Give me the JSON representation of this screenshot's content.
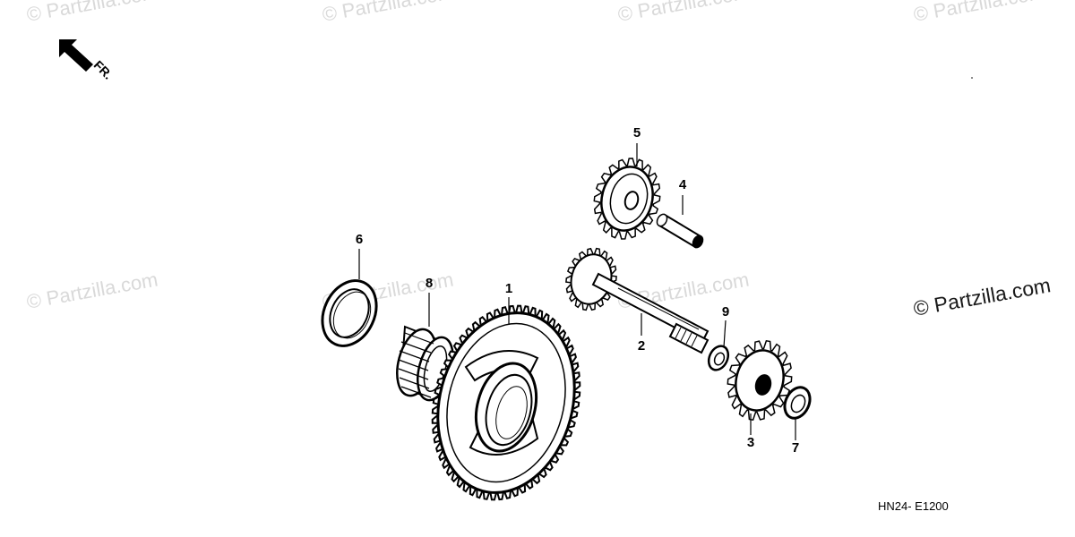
{
  "watermark": {
    "text": "© Partzilla.com",
    "main_text": "© Partzilla.com",
    "color": "#d9d9d9"
  },
  "direction": {
    "label": "FR."
  },
  "callouts": [
    "1",
    "2",
    "3",
    "4",
    "5",
    "6",
    "7",
    "8",
    "9"
  ],
  "diagram_code": "HN24- E1200"
}
